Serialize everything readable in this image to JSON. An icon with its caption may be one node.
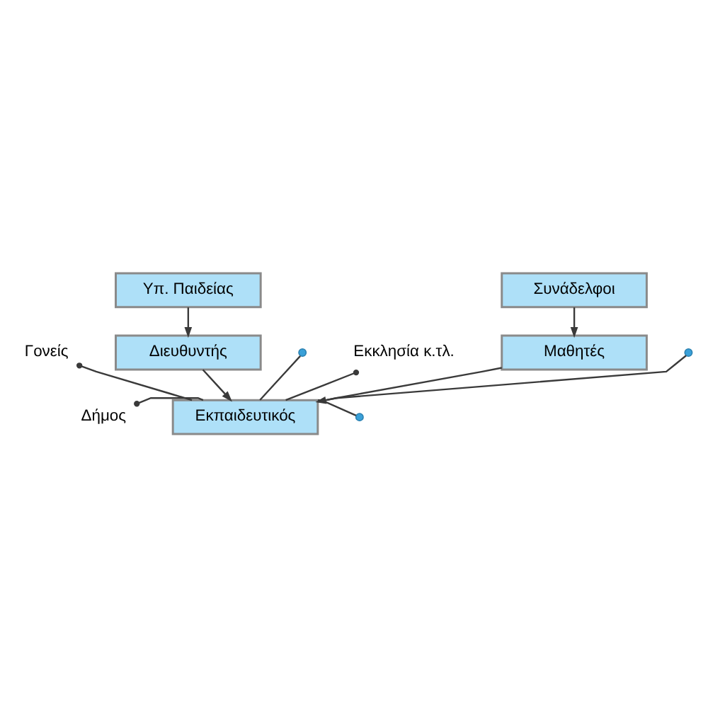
{
  "diagram": {
    "nodes": [
      {
        "text": [
          "Υπ. Παιδείας"
        ]
      },
      {
        "text": [
          "Διευθυντής"
        ]
      },
      {
        "text": [
          "Γονείς"
        ]
      },
      {
        "text": [
          "Δήμος"
        ]
      },
      {
        "text": [
          "Εκπαιδευτικός"
        ]
      },
      {
        "text": [
          "Εκκλησία κ.τλ."
        ]
      },
      {
        "text": [
          "Μαθητές"
        ]
      },
      {
        "text": [
          "Συνάδελφοι"
        ]
      },
      {
        "text": [],
        "shape": "circle"
      },
      {
        "text": [],
        "shape": "circle"
      },
      {
        "text": [],
        "shape": "circle"
      }
    ],
    "edges": [
      {
        "from": 0,
        "to": 1,
        "arrow": "to"
      },
      {
        "from": 1,
        "to": 4,
        "arrow": "to"
      },
      {
        "from": 7,
        "to": 6,
        "arrow": "to"
      },
      {
        "from": 6,
        "to": 4,
        "arrow": "to"
      },
      {
        "from": 2,
        "to": 4,
        "arrow": "other"
      },
      {
        "from": 3,
        "to": 4,
        "arrow": "other"
      },
      {
        "from": 5,
        "to": 4,
        "arrow": "other"
      },
      {
        "from": 4,
        "to": 8,
        "arrow": "none"
      },
      {
        "from": 4,
        "to": 9,
        "arrow": "none"
      },
      {
        "from": 4,
        "to": 10,
        "arrow": "none"
      }
    ]
  }
}
